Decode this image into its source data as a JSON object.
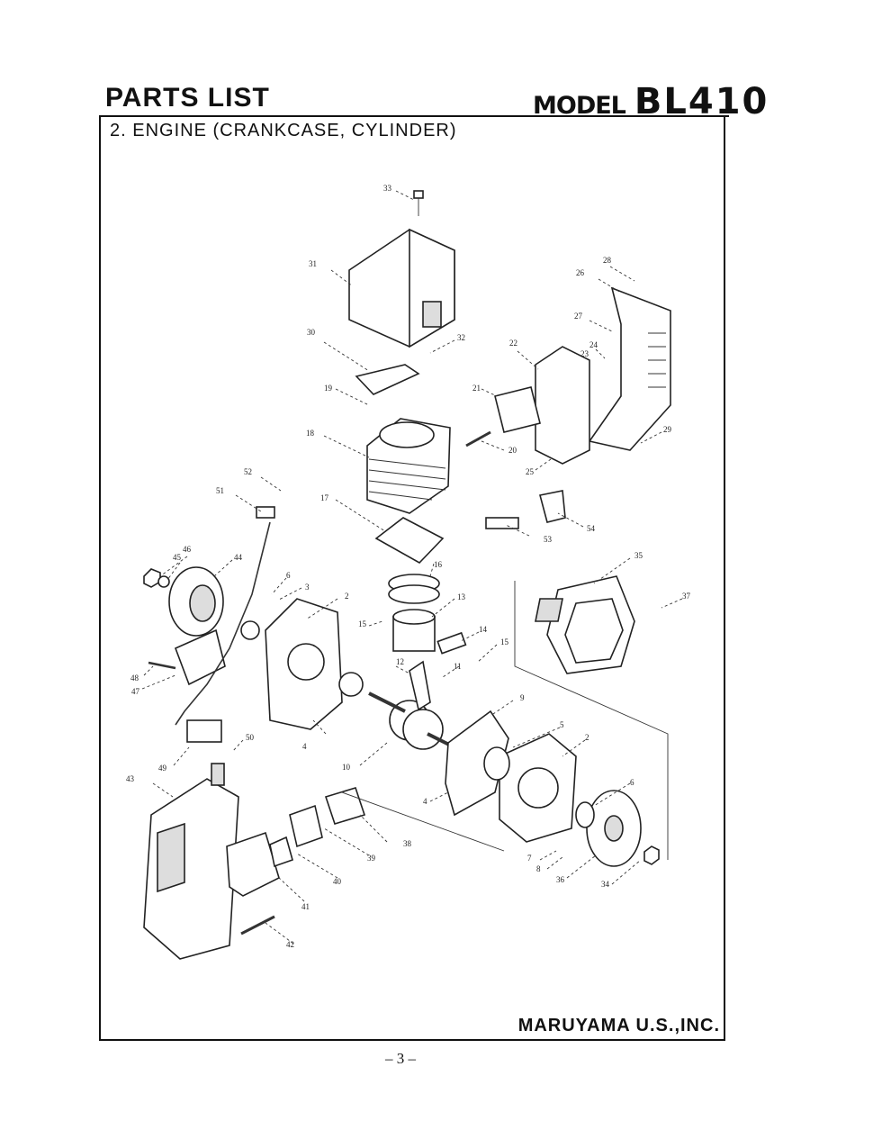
{
  "header": {
    "title": "PARTS LIST",
    "model_label": "MODEL",
    "model_number": "BL410",
    "section": "2. ENGINE (CRANKCASE, CYLINDER)"
  },
  "footer": {
    "company": "MARUYAMA U.S.,INC.",
    "page": "– 3 –"
  },
  "callouts": [
    "33",
    "31",
    "28",
    "26",
    "27",
    "24",
    "23",
    "22",
    "32",
    "30",
    "21",
    "19",
    "18",
    "20",
    "25",
    "29",
    "52",
    "51",
    "17",
    "53",
    "54",
    "46",
    "45",
    "44",
    "6",
    "3",
    "16",
    "35",
    "37",
    "2",
    "13",
    "15",
    "14",
    "15",
    "11",
    "12",
    "48",
    "47",
    "4",
    "9",
    "5",
    "2",
    "10",
    "50",
    "49",
    "43",
    "6",
    "39",
    "38",
    "40",
    "41",
    "42",
    "7",
    "8",
    "36",
    "34",
    "4"
  ]
}
